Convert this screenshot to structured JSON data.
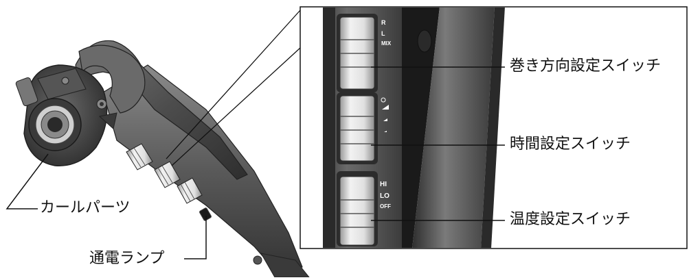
{
  "callouts": {
    "direction_switch": "巻き方向設定スイッチ",
    "time_switch": "時間設定スイッチ",
    "temp_switch": "温度設定スイッチ",
    "curl_part": "カールパーツ",
    "power_lamp": "通電ランプ"
  },
  "switch_markings": {
    "direction": [
      "R",
      "L",
      "MIX"
    ],
    "temperature": [
      "HI",
      "LO",
      "OFF"
    ]
  },
  "colors": {
    "body_dark": "#4a4a4a",
    "body_mid": "#6e6e6e",
    "panel_bg": "#5c5c5c",
    "switch_light": "#e8e8e8"
  }
}
